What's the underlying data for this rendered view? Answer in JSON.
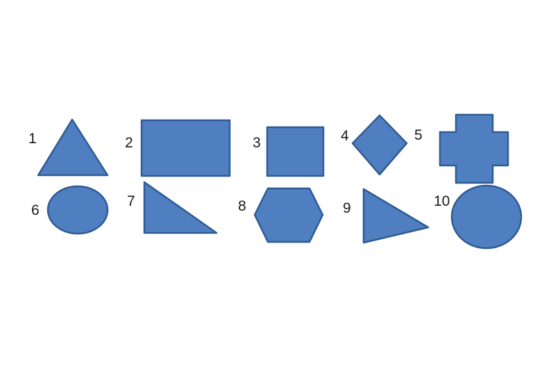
{
  "colors": {
    "shape_fill": "#4f7fc0",
    "shape_stroke": "#2e5b94",
    "background": "#ffffff",
    "label": "#1a1a1a"
  },
  "shapes": [
    {
      "label": "1",
      "kind": "triangle"
    },
    {
      "label": "2",
      "kind": "rectangle"
    },
    {
      "label": "3",
      "kind": "square"
    },
    {
      "label": "4",
      "kind": "diamond"
    },
    {
      "label": "5",
      "kind": "cross"
    },
    {
      "label": "6",
      "kind": "ellipse"
    },
    {
      "label": "7",
      "kind": "right-triangle"
    },
    {
      "label": "8",
      "kind": "hexagon"
    },
    {
      "label": "9",
      "kind": "triangle-pointing-right"
    },
    {
      "label": "10",
      "kind": "circle"
    }
  ]
}
